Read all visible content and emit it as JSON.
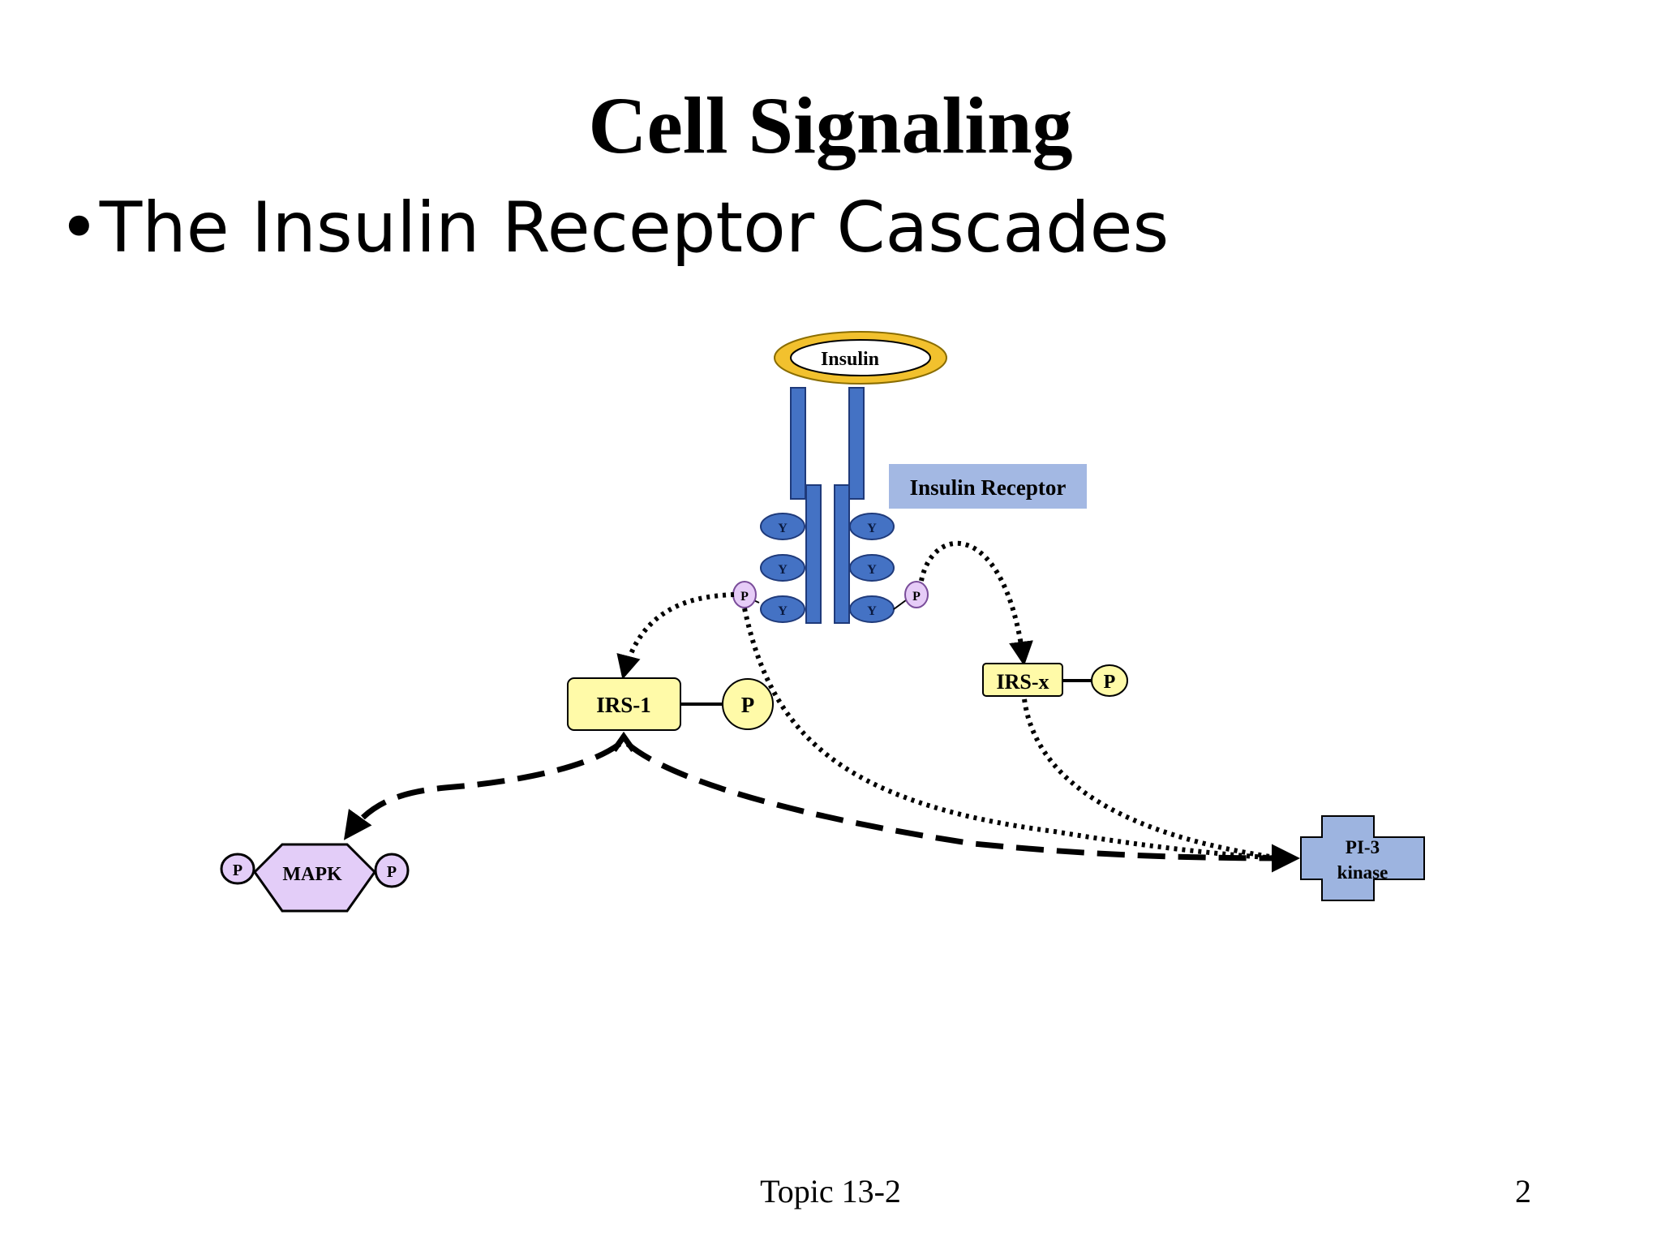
{
  "slide": {
    "title": "Cell Signaling",
    "bullet": "•The Insulin Receptor Cascades",
    "footer_topic": "Topic 13-2",
    "page_number": "2"
  },
  "diagram": {
    "insulin_label": "Insulin",
    "receptor_label": "Insulin Receptor",
    "tyrosine_label": "Y",
    "phosphate_label": "P",
    "irs1_label": "IRS-1",
    "irsx_label": "IRS-x",
    "mapk_label": "MAPK",
    "pi3k_label_line1": "PI-3",
    "pi3k_label_line2": "kinase",
    "colors": {
      "receptor_blue": "#4472c4",
      "receptor_label_bg": "#a3b8e3",
      "insulin_ring": "#f2c12e",
      "irs_fill": "#fffaa8",
      "phospho_purple": "#e6ccf7",
      "mapk_fill": "#e3cdf8",
      "pi3k_fill": "#9db4e0"
    }
  }
}
